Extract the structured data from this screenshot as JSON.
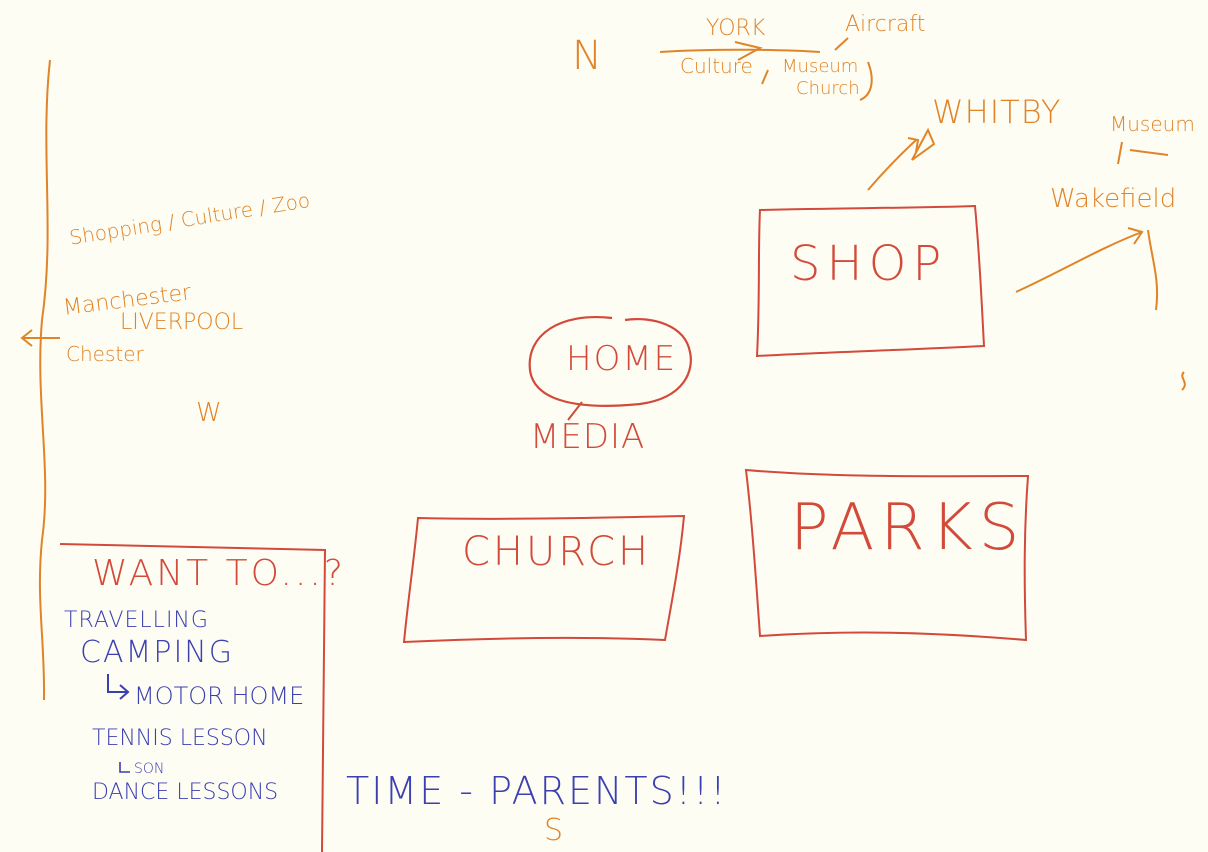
{
  "compass": {
    "north": "N",
    "west": "W",
    "south": "S"
  },
  "center": {
    "home": "HOME",
    "media": "MEDIA"
  },
  "boxes": {
    "shop": "SHOP",
    "church": "CHURCH",
    "parks": "PARKS"
  },
  "north_notes": {
    "york": "YORK",
    "aircraft": "Aircraft",
    "culture": "Culture",
    "museum": "Museum",
    "church": "Church"
  },
  "east_notes": {
    "whitby": "WHITBY",
    "museum": "Museum",
    "wakefield": "Wakefield"
  },
  "west_notes": {
    "shopping": "Shopping / Culture / Zoo",
    "manchester": "Manchester",
    "liverpool": "LIVERPOOL",
    "chester": "Chester"
  },
  "want_to": {
    "title": "WANT TO...?",
    "items": [
      "TRAVELLING",
      "CAMPING",
      "MOTOR HOME",
      "TENNIS LESSON",
      "SON",
      "DANCE LESSONS"
    ]
  },
  "bottom_note": "TIME - PARENTS!!!",
  "colors": {
    "red": "#d24a3a",
    "orange": "#e08428",
    "blue": "#3b3fb0",
    "paper": "#fdfdf4"
  }
}
